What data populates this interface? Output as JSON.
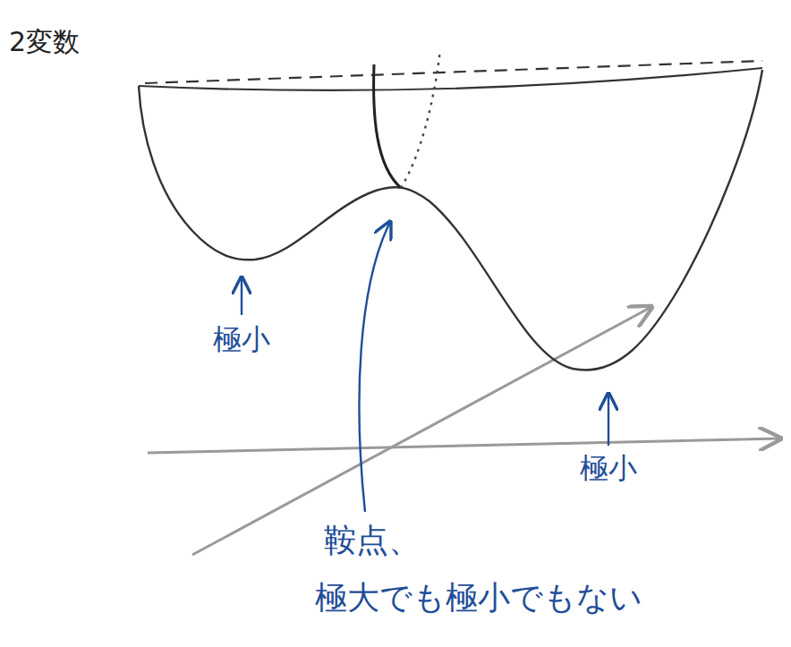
{
  "diagram": {
    "labels": [
      "2変数",
      "極小",
      "極小",
      "鞍点、",
      "極大でも極小でもない"
    ]
  }
}
